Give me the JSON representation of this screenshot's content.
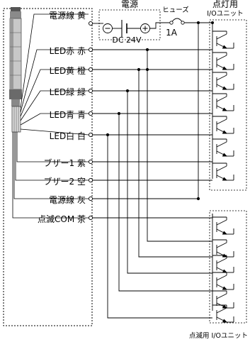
{
  "power": {
    "title": "電源",
    "voltage": "DC 24V"
  },
  "fuse": {
    "label": "ヒューズ",
    "rating": "1A"
  },
  "io_units": {
    "lighting": {
      "title": "点灯用",
      "subtitle": "I/Oユニット"
    },
    "flashing": {
      "label": "点滅用 I/Oユニット"
    }
  },
  "wires": [
    {
      "label": "電源線 黄"
    },
    {
      "label": "LED赤 赤"
    },
    {
      "label": "LED黄 橙"
    },
    {
      "label": "LED緑 緑"
    },
    {
      "label": "LED青 青"
    },
    {
      "label": "LED白 白"
    },
    {
      "label": "ブザー1 紫"
    },
    {
      "label": "ブザー2 空"
    },
    {
      "label": "電源線 灰"
    },
    {
      "label": "点滅COM 茶"
    }
  ]
}
